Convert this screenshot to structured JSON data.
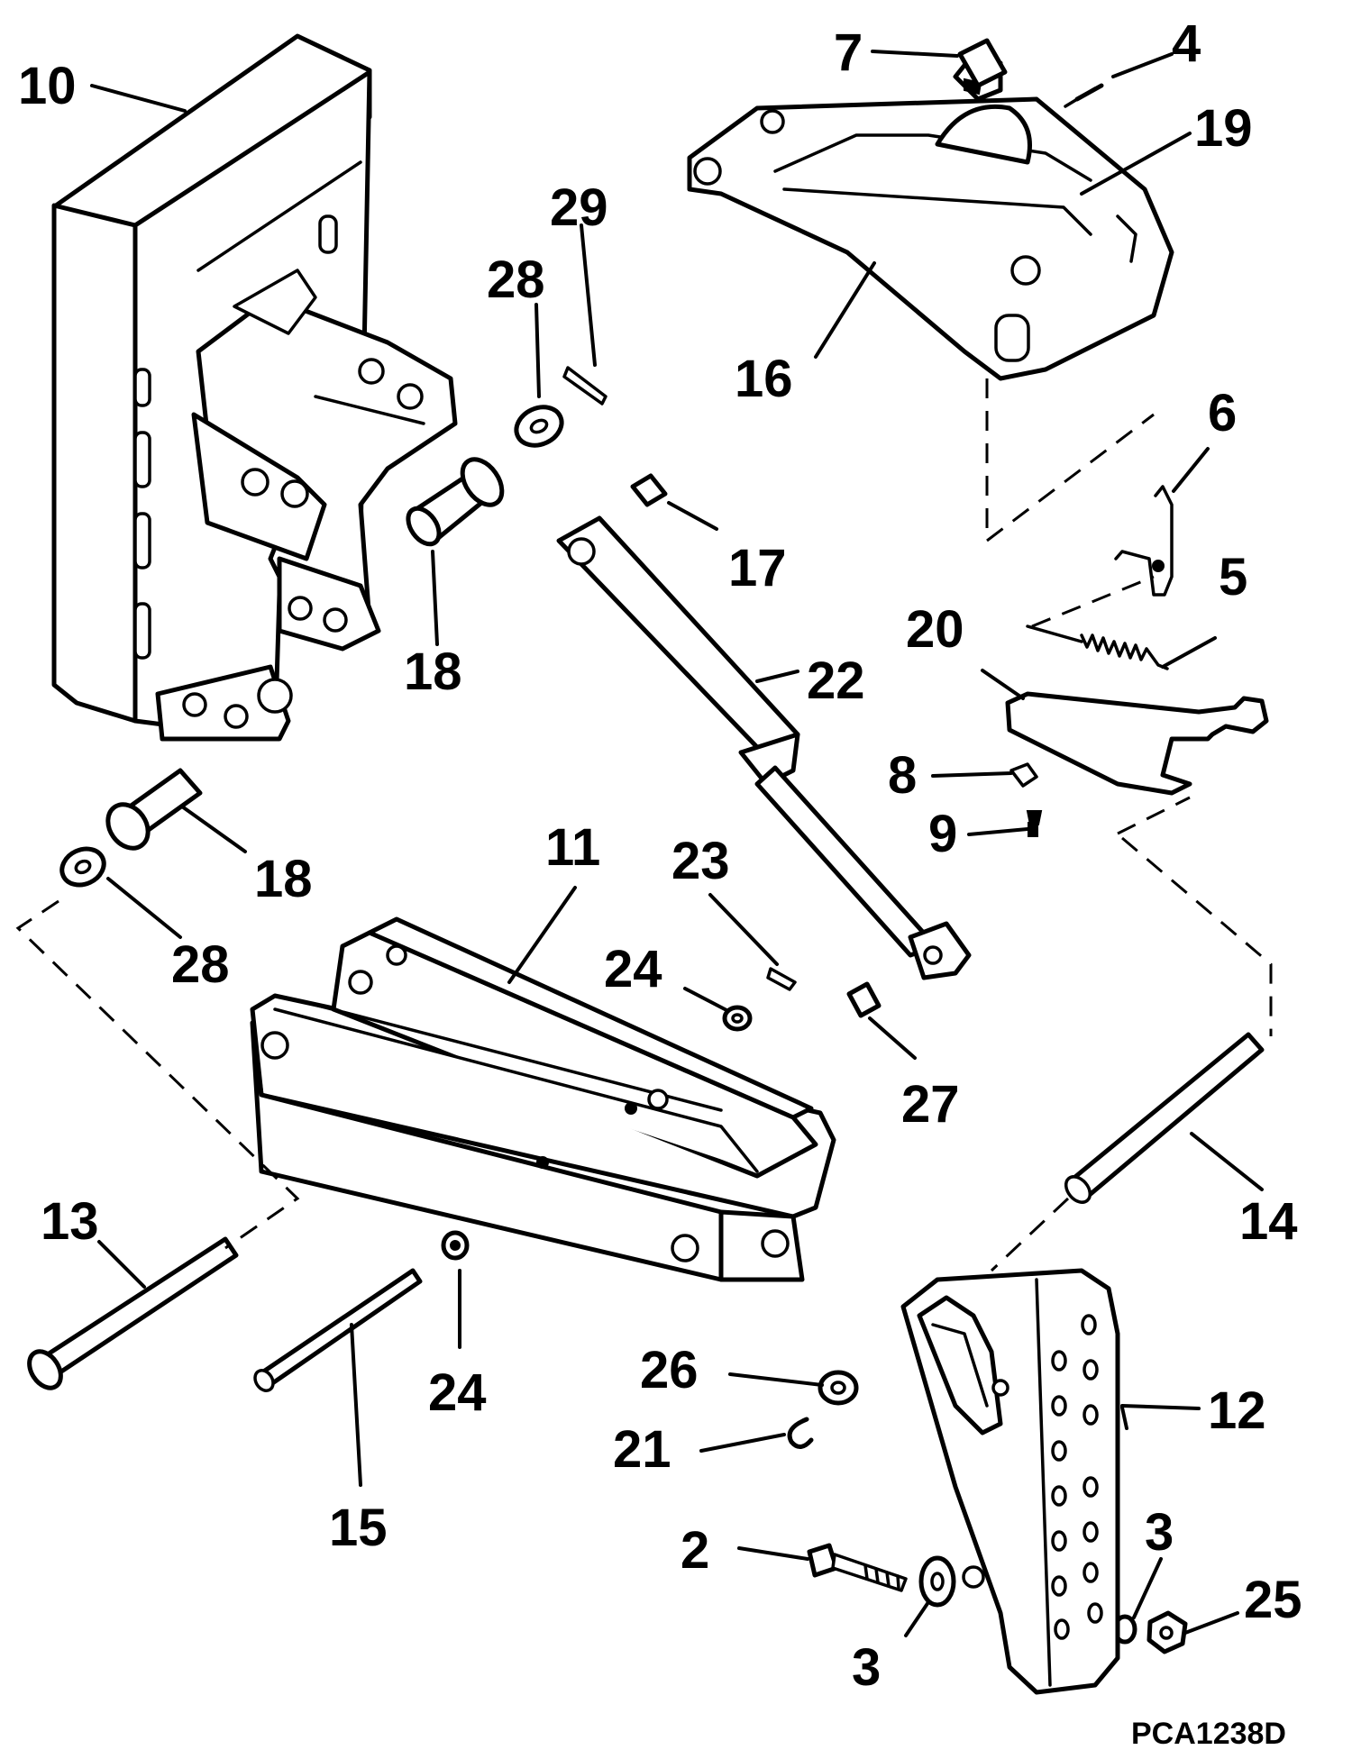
{
  "callouts": {
    "c10": "10",
    "c7": "7",
    "c4": "4",
    "c19": "19",
    "c29": "29",
    "c28a": "28",
    "c16": "16",
    "c6": "6",
    "c18a": "18",
    "c17": "17",
    "c5": "5",
    "c20": "20",
    "c22": "22",
    "c8": "8",
    "c9": "9",
    "c18b": "18",
    "c11": "11",
    "c23": "23",
    "c28b": "28",
    "c24a": "24",
    "c27": "27",
    "c14": "14",
    "c13": "13",
    "c24b": "24",
    "c26": "26",
    "c12": "12",
    "c21": "21",
    "c15": "15",
    "c2": "2",
    "c3a": "3",
    "c3b": "3",
    "c25": "25"
  },
  "reference": "PCA1238D"
}
